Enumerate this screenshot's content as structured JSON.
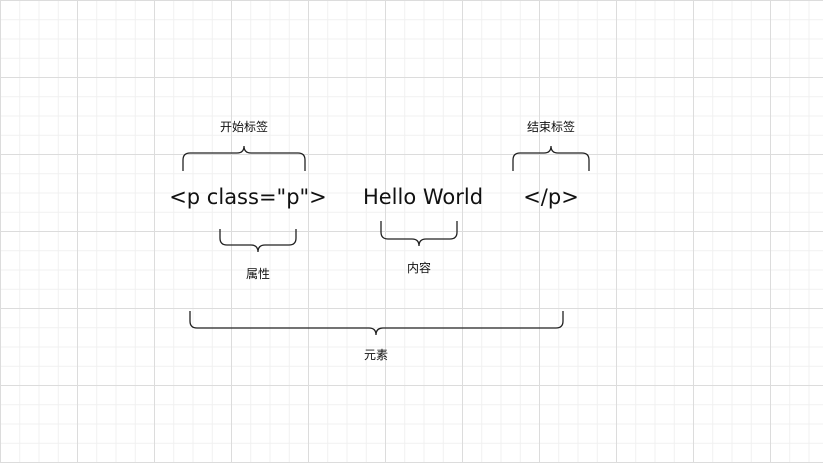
{
  "diagram": {
    "tokens": {
      "open_tag": "<p class=\"p\">",
      "content": "Hello World",
      "close_tag": "</p>"
    },
    "labels": {
      "open_tag": "开始标签",
      "attribute": "属性",
      "content": "内容",
      "close_tag": "结束标签",
      "element": "元素"
    }
  }
}
